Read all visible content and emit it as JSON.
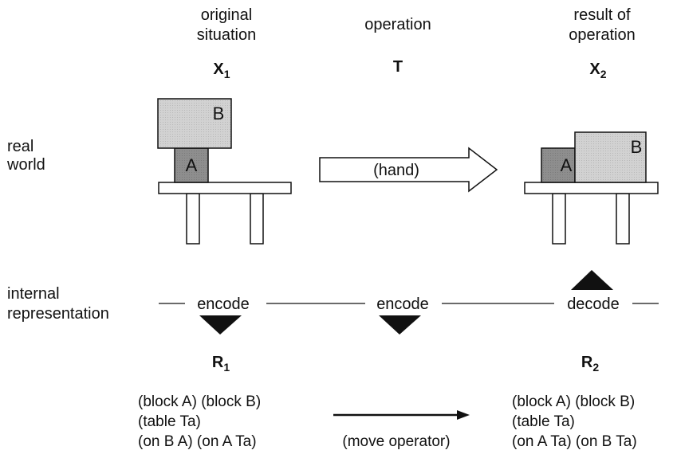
{
  "columns": {
    "original": {
      "header_line1": "original",
      "header_line2": "situation",
      "symbol": "X",
      "subscript": "1"
    },
    "operation": {
      "header": "operation",
      "symbol": "T"
    },
    "result": {
      "header_line1": "result of",
      "header_line2": "operation",
      "symbol": "X",
      "subscript": "2"
    }
  },
  "rows": {
    "real_world_line1": "real",
    "real_world_line2": "world",
    "internal_line1": "internal",
    "internal_line2": "representation"
  },
  "real_world": {
    "block_a": "A",
    "block_b": "B",
    "arrow_label": "(hand)"
  },
  "internal": {
    "encode_left": "encode",
    "encode_middle": "encode",
    "decode_right": "decode"
  },
  "representations": {
    "r1": {
      "symbol": "R",
      "subscript": "1",
      "lines": [
        "(block A) (block B)",
        "(table Ta)",
        "(on B A) (on A Ta)"
      ]
    },
    "move_label": "(move operator)",
    "r2": {
      "symbol": "R",
      "subscript": "2",
      "lines": [
        "(block A) (block B)",
        "(table Ta)",
        "(on A Ta) (on B Ta)"
      ]
    }
  },
  "colors": {
    "block_a": "#8c8c8c",
    "block_b": "#cdcdcd",
    "outline": "#111111"
  }
}
